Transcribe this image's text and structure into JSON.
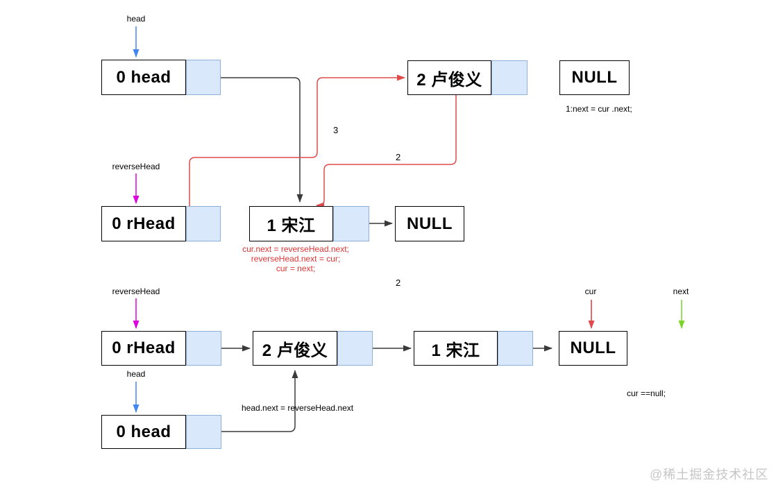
{
  "diagram_title": "linked-list-reversal-steps",
  "colors": {
    "pointer_blue": "#4285f4",
    "pointer_magenta": "#dd00dd",
    "pointer_red": "#e03434",
    "pointer_green": "#7bd42a",
    "line_red": "#e04a4a",
    "line_black": "#3a3a3a",
    "cell_fill": "#dae8fc",
    "cell_border": "#8fb0d8",
    "code_red": "#e03434",
    "watermark_gray": "#c6c6c6"
  },
  "row1": {
    "head_node": "0 head",
    "second_node": "2 卢俊义",
    "null_node": "NULL",
    "note": "1:next = cur .next;",
    "head_pointer": "head"
  },
  "row2": {
    "rhead_node": "0 rHead",
    "first_node": "1 宋江",
    "null_node": "NULL",
    "reversehead_pointer": "reverseHead",
    "code_block": [
      "cur.next = reverseHead.next;",
      "reverseHead.next = cur;",
      "cur = next;"
    ]
  },
  "row3": {
    "rhead_node": "0 rHead",
    "second_node": "2 卢俊义",
    "first_node": "1 宋江",
    "null_node": "NULL",
    "head_node": "0 head",
    "reversehead_pointer": "reverseHead",
    "cur_pointer": "cur",
    "next_pointer": "next",
    "head_pointer": "head",
    "head_note": "head.next = reverseHead.next",
    "cur_note": "cur ==null;"
  },
  "steps": {
    "step3": "3",
    "step2_top": "2",
    "step2_mid": "2"
  },
  "watermark": "@稀土掘金技术社区"
}
